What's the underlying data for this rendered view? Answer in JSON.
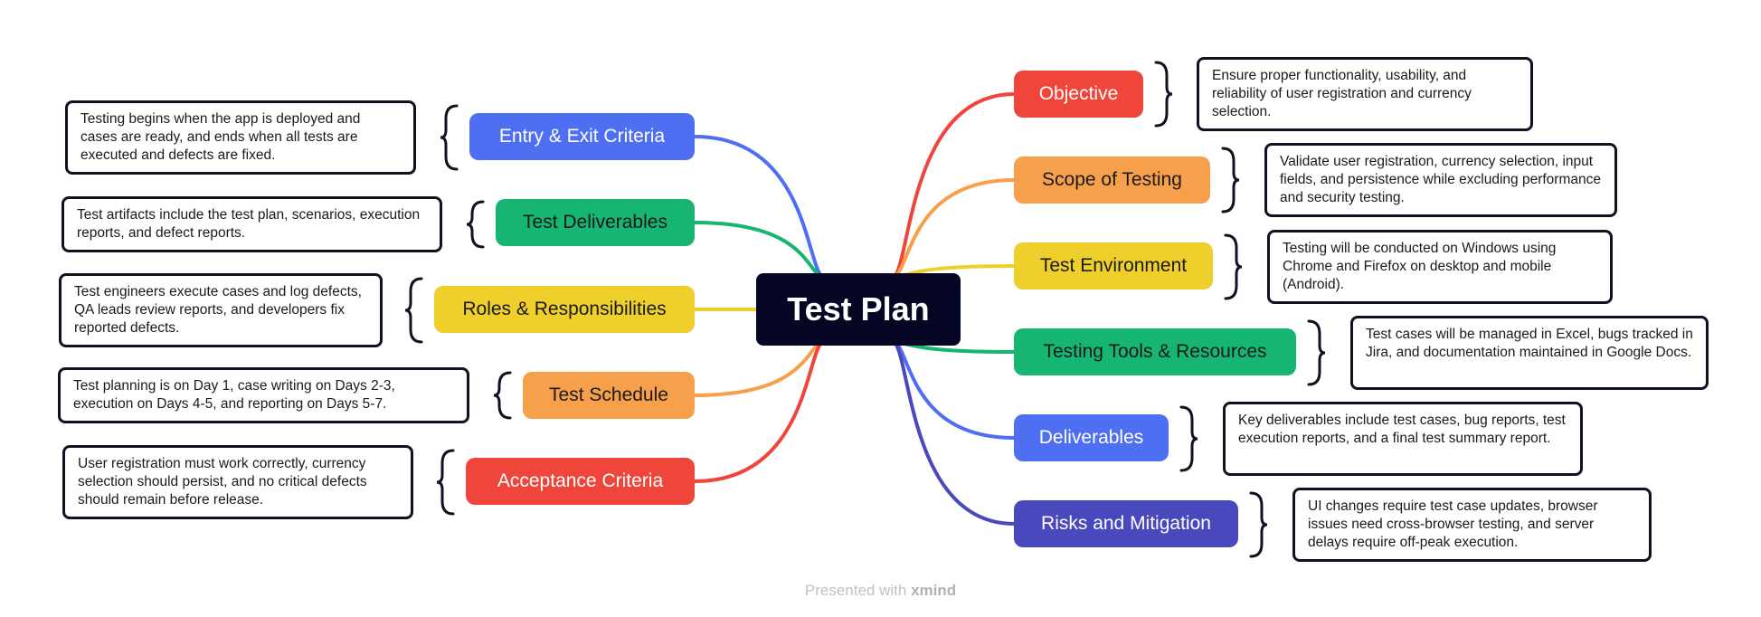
{
  "central": {
    "label": "Test Plan"
  },
  "topics": [
    {
      "label": "Objective",
      "color": "#f0453b",
      "side": "right",
      "note": "Ensure proper functionality, usability, and reliability of user registration and currency selection."
    },
    {
      "label": "Scope of Testing",
      "color": "#f6a04c",
      "side": "right",
      "note": "Validate user registration, currency selection, input fields, and persistence while excluding performance and security testing."
    },
    {
      "label": "Test Environment",
      "color": "#efcf2b",
      "side": "right",
      "note": "Testing will be conducted on Windows using Chrome and Firefox on desktop and mobile (Android)."
    },
    {
      "label": "Testing Tools & Resources",
      "color": "#16b572",
      "side": "right",
      "note": "Test cases will be managed in Excel, bugs tracked in Jira, and documentation maintained in Google Docs."
    },
    {
      "label": "Deliverables",
      "color": "#4f6ff3",
      "side": "right",
      "note": "Key deliverables include test cases, bug reports, test execution reports, and a final test summary report."
    },
    {
      "label": "Risks and Mitigation",
      "color": "#4a48bd",
      "side": "right",
      "note": "UI changes require test case updates, browser issues need cross-browser testing, and server delays require off-peak execution."
    },
    {
      "label": "Entry & Exit Criteria",
      "color": "#4f6ff3",
      "side": "left",
      "note": "Testing begins when the app is deployed and cases are ready, and ends when all tests are executed and defects are fixed."
    },
    {
      "label": "Test Deliverables",
      "color": "#16b572",
      "side": "left",
      "note": "Test artifacts include the test plan, scenarios, execution reports, and defect reports."
    },
    {
      "label": "Roles & Responsibilities",
      "color": "#efcf2b",
      "side": "left",
      "note": "Test engineers execute cases and log defects, QA leads review reports, and developers fix reported defects."
    },
    {
      "label": "Test Schedule",
      "color": "#f6a04c",
      "side": "left",
      "note": "Test planning is on Day 1, case writing on Days 2-3, execution on Days 4-5, and reporting on Days 5-7."
    },
    {
      "label": "Acceptance Criteria",
      "color": "#f0453b",
      "side": "left",
      "note": "User registration must work correctly, currency selection should persist, and no critical defects should remain before release."
    }
  ],
  "footer": {
    "prefix": "Presented with",
    "brand": "xmind"
  }
}
